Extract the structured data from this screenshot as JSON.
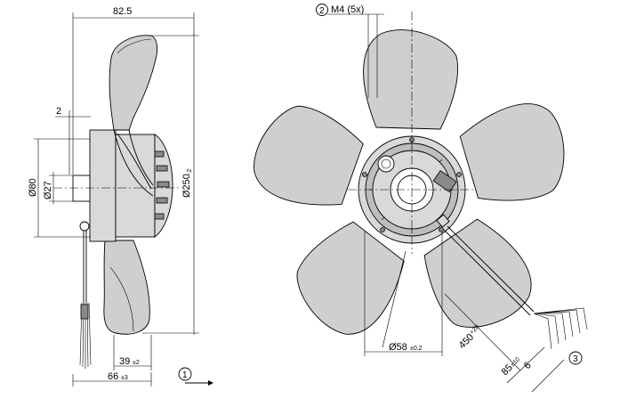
{
  "side_view": {
    "width_overall": "82.5",
    "offset": "2",
    "diameter_outer": "Ø80",
    "diameter_shaft": "Ø27",
    "diameter_fan": "Ø250",
    "diameter_fan_tol": "-2",
    "depth_39": "39",
    "depth_39_tol": "±2",
    "depth_66": "66",
    "depth_66_tol": "±3",
    "view_marker": "1"
  },
  "front_view": {
    "mount_marker": "2",
    "mount_label": "M4 (5x)",
    "hub_diameter": "Ø58",
    "hub_diameter_tol": "±0.2",
    "cable_length": "450",
    "cable_length_tol": "+20",
    "strip_length": "85",
    "strip_length_tol": "±10",
    "wire_end": "6",
    "wire_marker": "3"
  }
}
